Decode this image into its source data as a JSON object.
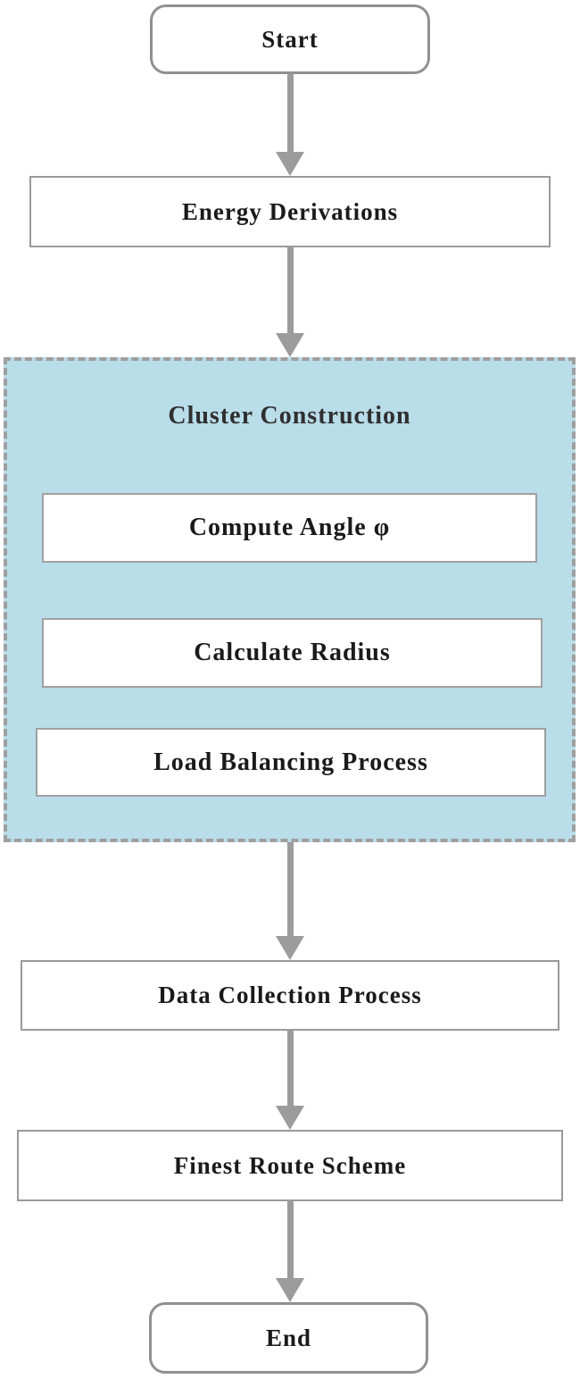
{
  "diagram_type": "flowchart",
  "nodes": {
    "start": {
      "label": "Start",
      "shape": "rounded-terminator"
    },
    "energy": {
      "label": "Energy Derivations",
      "shape": "process"
    },
    "cluster": {
      "label": "Cluster Construction",
      "shape": "dashed-container",
      "fill": "#b9dde9",
      "steps": [
        {
          "label": "Compute Angle φ"
        },
        {
          "label": "Calculate Radius"
        },
        {
          "label": "Load Balancing Process"
        }
      ]
    },
    "data_collection": {
      "label": "Data Collection Process",
      "shape": "process"
    },
    "finest_route": {
      "label": "Finest Route Scheme",
      "shape": "process"
    },
    "end": {
      "label": "End",
      "shape": "rounded-terminator"
    }
  },
  "edges": [
    {
      "from": "Start",
      "to": "Energy Derivations"
    },
    {
      "from": "Energy Derivations",
      "to": "Cluster Construction"
    },
    {
      "from": "Cluster Construction",
      "to": "Data Collection Process"
    },
    {
      "from": "Data Collection Process",
      "to": "Finest Route Scheme"
    },
    {
      "from": "Finest Route Scheme",
      "to": "End"
    }
  ],
  "colors": {
    "container_fill": "#b9dde9",
    "box_border": "#9a9a9a",
    "dashed_border": "#9f9f9f",
    "arrow": "#9c9c9c",
    "text": "#1a1a1a"
  }
}
